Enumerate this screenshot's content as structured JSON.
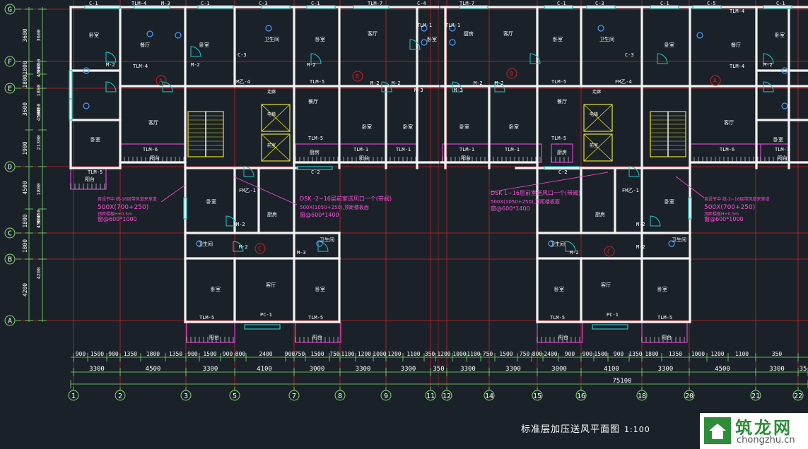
{
  "drawing_title": "标准层加压送风平面图",
  "drawing_scale": "1:100",
  "colors": {
    "background": "#1a2129",
    "axis": "#cc2222",
    "wall": "#f2f2f2",
    "dimension": "#7fe06a",
    "window": "#2ac0c0",
    "door": "#24c8c8",
    "text": "#ffffff",
    "annotation": "#ff4fd8",
    "balcony": "#e040d0",
    "stair": "#e6e02a",
    "fixture": "#4a9cff"
  },
  "axes_vertical": [
    "1",
    "2",
    "3",
    "5",
    "7",
    "8",
    "9",
    "11",
    "12",
    "14",
    "15",
    "16",
    "18",
    "20",
    "21",
    "22"
  ],
  "axes_horizontal": [
    "G",
    "F",
    "E",
    "D",
    "C",
    "B",
    "A"
  ],
  "dims_bottom_row1": [
    "900",
    "1500",
    "900",
    "1350",
    "1800",
    "1350",
    "900",
    "1500",
    "900",
    "800",
    "2400",
    "900",
    "750",
    "1500",
    "750",
    "1100",
    "1200",
    "1000",
    "1200",
    "1100",
    "350",
    "1200",
    "1000",
    "1100",
    "750",
    "1500",
    "750",
    "800",
    "2400",
    "900",
    "900",
    "1500",
    "900",
    "1350",
    "1800",
    "1350",
    "1000",
    "1200",
    "1100",
    "350"
  ],
  "dims_bottom_row2": [
    "3300",
    "4500",
    "3300",
    "4100",
    "3000",
    "3300",
    "3300",
    "350",
    "3300",
    "3300",
    "3000",
    "4100",
    "3300",
    "4500",
    "3300",
    "35"
  ],
  "dims_bottom_total": "75100",
  "dims_left_col1": [
    "3600",
    "1800",
    "1800",
    "3600",
    "1900",
    "4500",
    "1800",
    "1800",
    "4200"
  ],
  "dims_left_col2": [
    "3600",
    "450",
    "900",
    "450",
    "1800",
    "450",
    "900",
    "450",
    "21300",
    "1800",
    "450",
    "900",
    "450",
    "4200"
  ],
  "room_labels": {
    "bedroom": "卧室",
    "living": "客厅",
    "kitchen": "厨房",
    "restaurant": "餐厅",
    "toilet": "卫生间",
    "balcony": "阳台",
    "front_room": "前室",
    "elevator": "电梯",
    "corridor": "走廊"
  },
  "tags": {
    "c1": "C-1",
    "c3": "C-3",
    "c4": "C-4",
    "c5": "C-5",
    "m2": "M-2",
    "m3": "M-3",
    "tlm1": "TLM-1",
    "tlm4": "TLM-4",
    "tlm5": "TLM-5",
    "tlm6": "TLM-6",
    "tlm7": "TLM-7",
    "fm1": "FM乙-1",
    "fm4": "FM乙-4",
    "pc1": "PC-1",
    "c2": "C-2"
  },
  "unit_markers": [
    "A",
    "B",
    "C"
  ],
  "annotations": {
    "left_line1": "自设节中 统-16层带风道来室道",
    "left_line2": "500X(700+250)",
    "left_line3": "顶距楼板H+0.5m",
    "left_line4": "窗@600*1000",
    "mid_left_line1": "DSK -2~16层前室送风口一个(带阀)",
    "mid_left_line2": "500X(1050+250),顶距楼板面",
    "mid_left_line3": "窗@600*1400",
    "mid_right_line1": "DSK 1~16层前室送风口一个(带阀)",
    "mid_right_line2": "500X(1050+250),顶距楼板面",
    "mid_right_line3": "窗@600*1400",
    "right_line1": "自设节中 统-2~16层带风道来室道",
    "right_line2": "500X(700+250)",
    "right_line3": "顶距楼板H+0.5m",
    "right_line4": "窗@600*1000"
  },
  "logo": {
    "name": "筑龙网",
    "url": "chongzhu.cn"
  }
}
